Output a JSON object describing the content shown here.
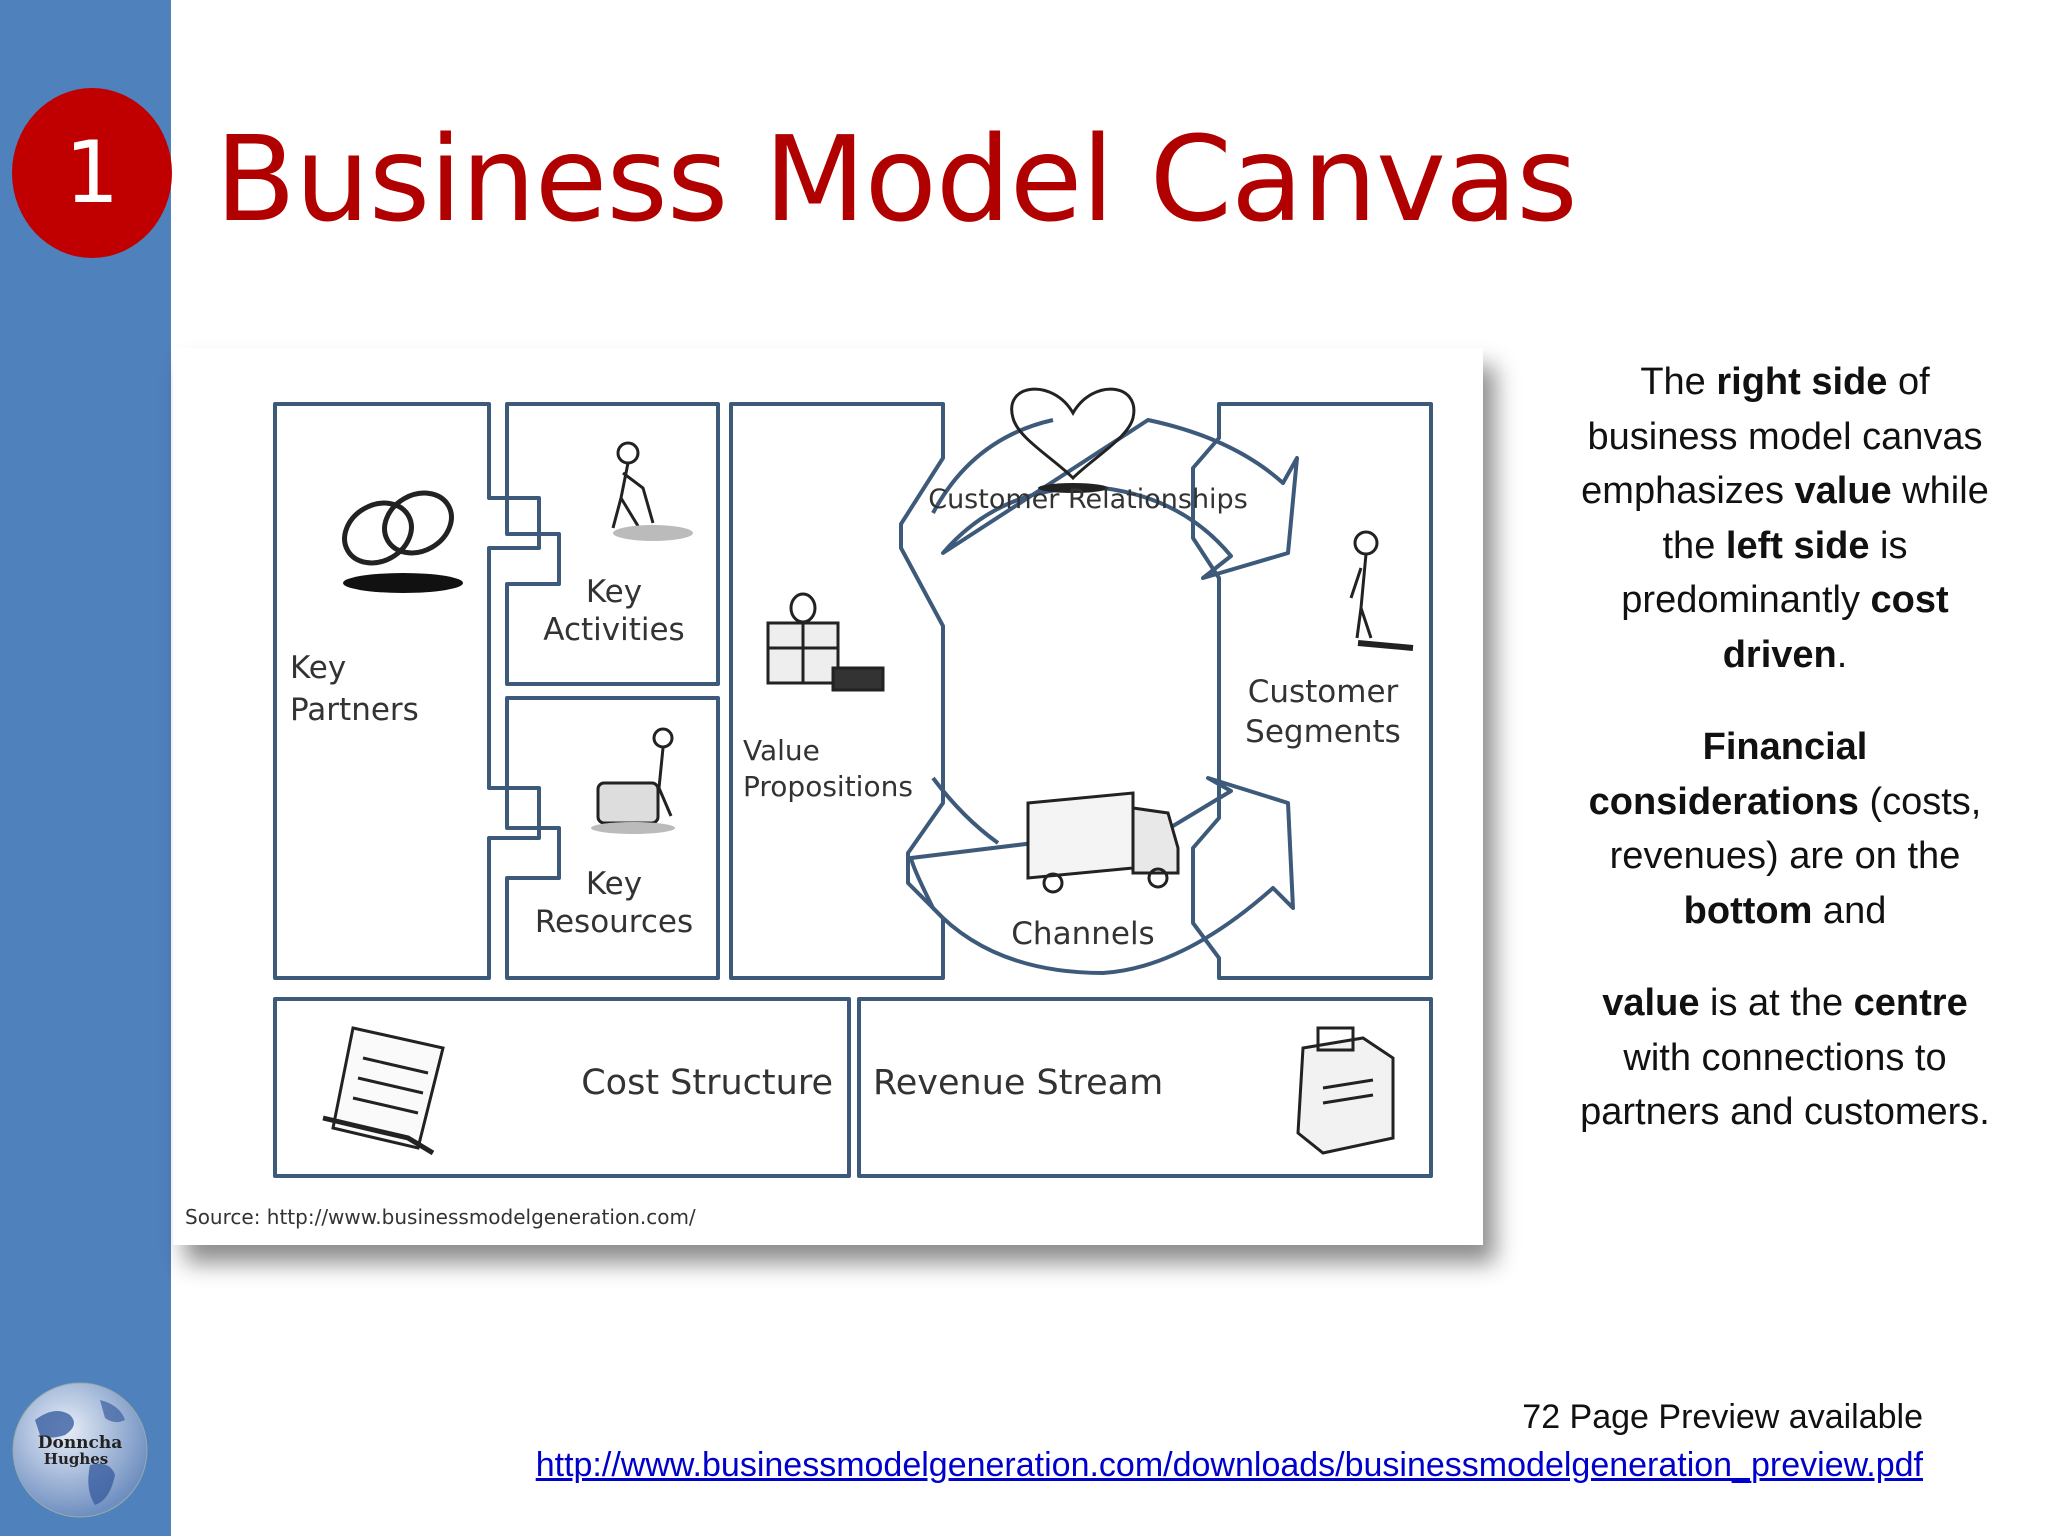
{
  "slide": {
    "number": "1",
    "title": "Business Model Canvas"
  },
  "canvas": {
    "blocks": {
      "key_partners": [
        "Key",
        "Partners"
      ],
      "key_activities": [
        "Key",
        "Activities"
      ],
      "key_resources": [
        "Key",
        "Resources"
      ],
      "value_propositions": [
        "Value",
        "Propositions"
      ],
      "customer_relationships": "Customer Relationships",
      "channels": "Channels",
      "customer_segments": [
        "Customer",
        "Segments"
      ],
      "cost_structure": "Cost Structure",
      "revenue_stream": "Revenue Stream"
    },
    "source": "Source: http://www.businessmodelgeneration.com/",
    "icons": [
      "rings-icon",
      "worker-icon",
      "forklift-worker-icon",
      "gift-box-icon",
      "heart-icon",
      "truck-icon",
      "person-icon",
      "document-icon",
      "cash-register-icon"
    ]
  },
  "explanation": {
    "p1": {
      "t1": "The ",
      "b1": "right side",
      "t2": " of business model canvas emphasizes ",
      "b2": "value",
      "t3": " while the ",
      "b3": "left side",
      "t4": " is predominantly ",
      "b4": "cost driven",
      "t5": "."
    },
    "p2": {
      "b1": "Financial considerations",
      "t1": " (costs, revenues) are on the ",
      "b2": "bottom",
      "t2": " and"
    },
    "p3": {
      "b1": "value",
      "t1": " is at the ",
      "b2": "centre",
      "t2": " with connections to partners and customers."
    }
  },
  "footer": {
    "preview_text": "72 Page Preview available",
    "link": "http://www.businessmodelgeneration.com/downloads/businessmodelgeneration_preview.pdf"
  },
  "logo_text": [
    "Donncha",
    "Hughes"
  ],
  "colors": {
    "sidebar": "#4f81bd",
    "badge": "#c00000",
    "title": "#b00000",
    "canvas_line": "#3d5a7a",
    "link": "#0000cc"
  }
}
